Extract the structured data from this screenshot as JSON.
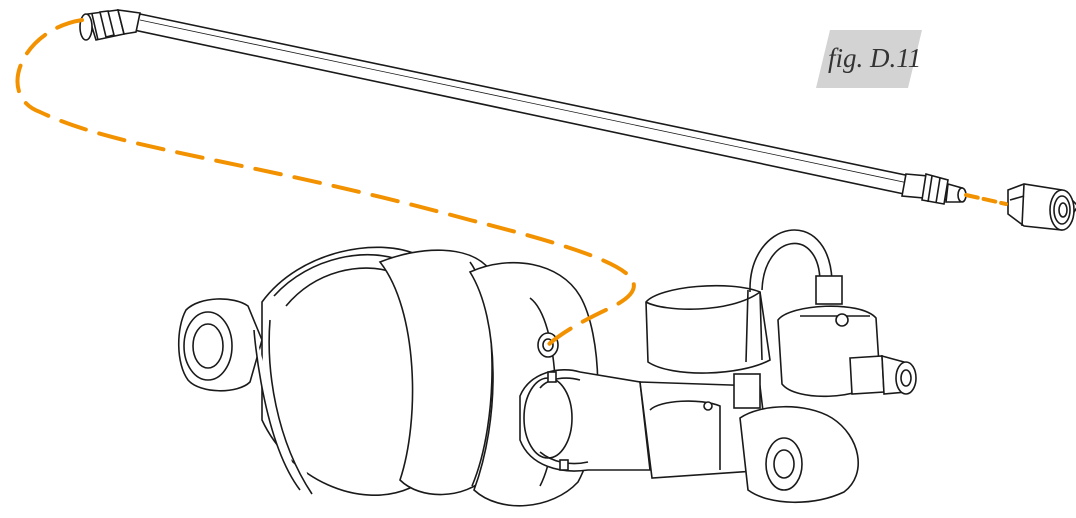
{
  "figure": {
    "label": "fig. D.11",
    "label_bg_color": "#d3d3d3",
    "label_text_color": "#333333"
  },
  "colors": {
    "line_art": "#1a1a1a",
    "connection_path": "#f39200",
    "background": "#ffffff"
  },
  "components": {
    "hose": "extension-hose",
    "adapter": "quick-coupling-adapter",
    "shock": "air-shock-body",
    "valve": "reservoir-valve-head"
  }
}
